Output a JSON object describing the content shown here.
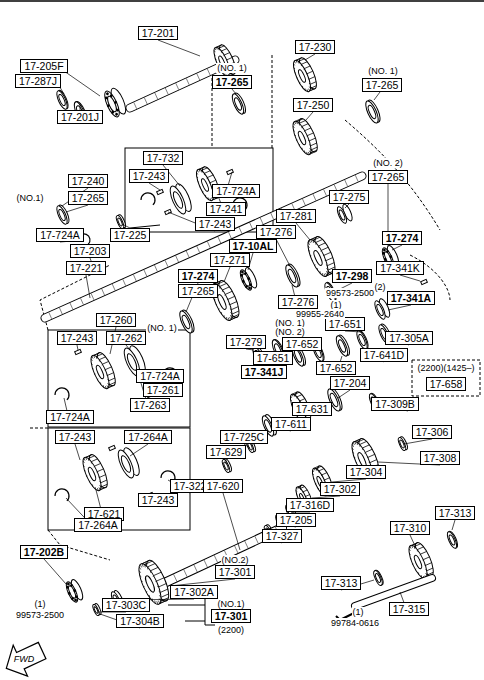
{
  "diagram": {
    "nodes": [
      {
        "text": [
          "17-201"
        ]
      },
      {
        "text": [
          "17-205F"
        ]
      },
      {
        "text": [
          "17-287J"
        ]
      },
      {
        "text": [
          "17-201J"
        ]
      },
      {
        "text": [
          "17-265"
        ]
      },
      {
        "text": [
          "17-230"
        ]
      },
      {
        "text": [
          "17-265"
        ]
      },
      {
        "text": [
          "17-250"
        ]
      },
      {
        "text": [
          "17-732"
        ]
      },
      {
        "text": [
          "17-243"
        ]
      },
      {
        "text": [
          "17-724A"
        ]
      },
      {
        "text": [
          "17-241"
        ]
      },
      {
        "text": [
          "17-243"
        ]
      },
      {
        "text": [
          "17-240"
        ]
      },
      {
        "text": [
          "17-265"
        ]
      },
      {
        "text": [
          "17-724A"
        ]
      },
      {
        "text": [
          "17-225"
        ]
      },
      {
        "text": [
          "17-203"
        ]
      },
      {
        "text": [
          "17-221"
        ]
      },
      {
        "text": [
          "17-265"
        ]
      },
      {
        "text": [
          "17-275"
        ]
      },
      {
        "text": [
          "17-281"
        ]
      },
      {
        "text": [
          "17-276"
        ]
      },
      {
        "text": [
          "17-274"
        ]
      },
      {
        "text": [
          "17-10AL"
        ]
      },
      {
        "text": [
          "17-271"
        ]
      },
      {
        "text": [
          "17-274"
        ]
      },
      {
        "text": [
          "17-298"
        ]
      },
      {
        "text": [
          "17-341K"
        ]
      },
      {
        "text": [
          "17-265"
        ]
      },
      {
        "text": [
          "17-276"
        ]
      },
      {
        "text": [
          "17-341A"
        ]
      },
      {
        "text": [
          "17-260"
        ]
      },
      {
        "text": [
          "17-243"
        ]
      },
      {
        "text": [
          "17-262"
        ]
      },
      {
        "text": [
          "17-651"
        ]
      },
      {
        "text": [
          "17-305A"
        ]
      },
      {
        "text": [
          "17-652"
        ]
      },
      {
        "text": [
          "17-279"
        ]
      },
      {
        "text": [
          "17-641D"
        ]
      },
      {
        "text": [
          "17-651"
        ]
      },
      {
        "text": [
          "17-724A"
        ]
      },
      {
        "text": [
          "17-341J"
        ]
      },
      {
        "text": [
          "17-652"
        ]
      },
      {
        "text": [
          "17-261"
        ]
      },
      {
        "text": [
          "17-204"
        ]
      },
      {
        "text": [
          "17-263"
        ]
      },
      {
        "text": [
          "17-309B"
        ]
      },
      {
        "text": [
          "17-724A"
        ]
      },
      {
        "text": [
          "17-631"
        ]
      },
      {
        "text": [
          "17-611"
        ]
      },
      {
        "text": [
          "17-725C"
        ]
      },
      {
        "text": [
          "17-306"
        ]
      },
      {
        "text": [
          "17-629"
        ]
      },
      {
        "text": [
          "17-308"
        ]
      },
      {
        "text": [
          "17-243"
        ]
      },
      {
        "text": [
          "17-264A"
        ]
      },
      {
        "text": [
          "17-304"
        ]
      },
      {
        "text": [
          "17-302"
        ]
      },
      {
        "text": [
          "17-322"
        ]
      },
      {
        "text": [
          "17-620"
        ]
      },
      {
        "text": [
          "17-243"
        ]
      },
      {
        "text": [
          "17-621"
        ]
      },
      {
        "text": [
          "17-316D"
        ]
      },
      {
        "text": [
          "17-205"
        ]
      },
      {
        "text": [
          "17-264A"
        ]
      },
      {
        "text": [
          "17-327"
        ]
      },
      {
        "text": [
          "17-310"
        ]
      },
      {
        "text": [
          "17-313"
        ]
      },
      {
        "text": [
          "17-202B"
        ]
      },
      {
        "text": [
          "17-301"
        ]
      },
      {
        "text": [
          "17-302A"
        ]
      },
      {
        "text": [
          "17-313"
        ]
      },
      {
        "text": [
          "17-303C"
        ]
      },
      {
        "text": [
          "17-301"
        ]
      },
      {
        "text": [
          "17-315"
        ]
      },
      {
        "text": [
          "17-304B"
        ]
      },
      {
        "text": [
          "17-658"
        ]
      }
    ],
    "labels": [
      "(NO. 1)",
      "(NO. 1)",
      "(NO.1)",
      "(NO. 2)",
      "(2)",
      "99573-2500",
      "(1)",
      "99955-2640",
      "(NO. 1)",
      "(NO. 2)",
      "(NO. 1)",
      "(2200)(1425–)",
      "(NO.2)",
      "(1)",
      "99573-2500",
      "(NO.1)",
      "(2200)",
      "(1)",
      "99784-0616",
      "FWD"
    ]
  }
}
